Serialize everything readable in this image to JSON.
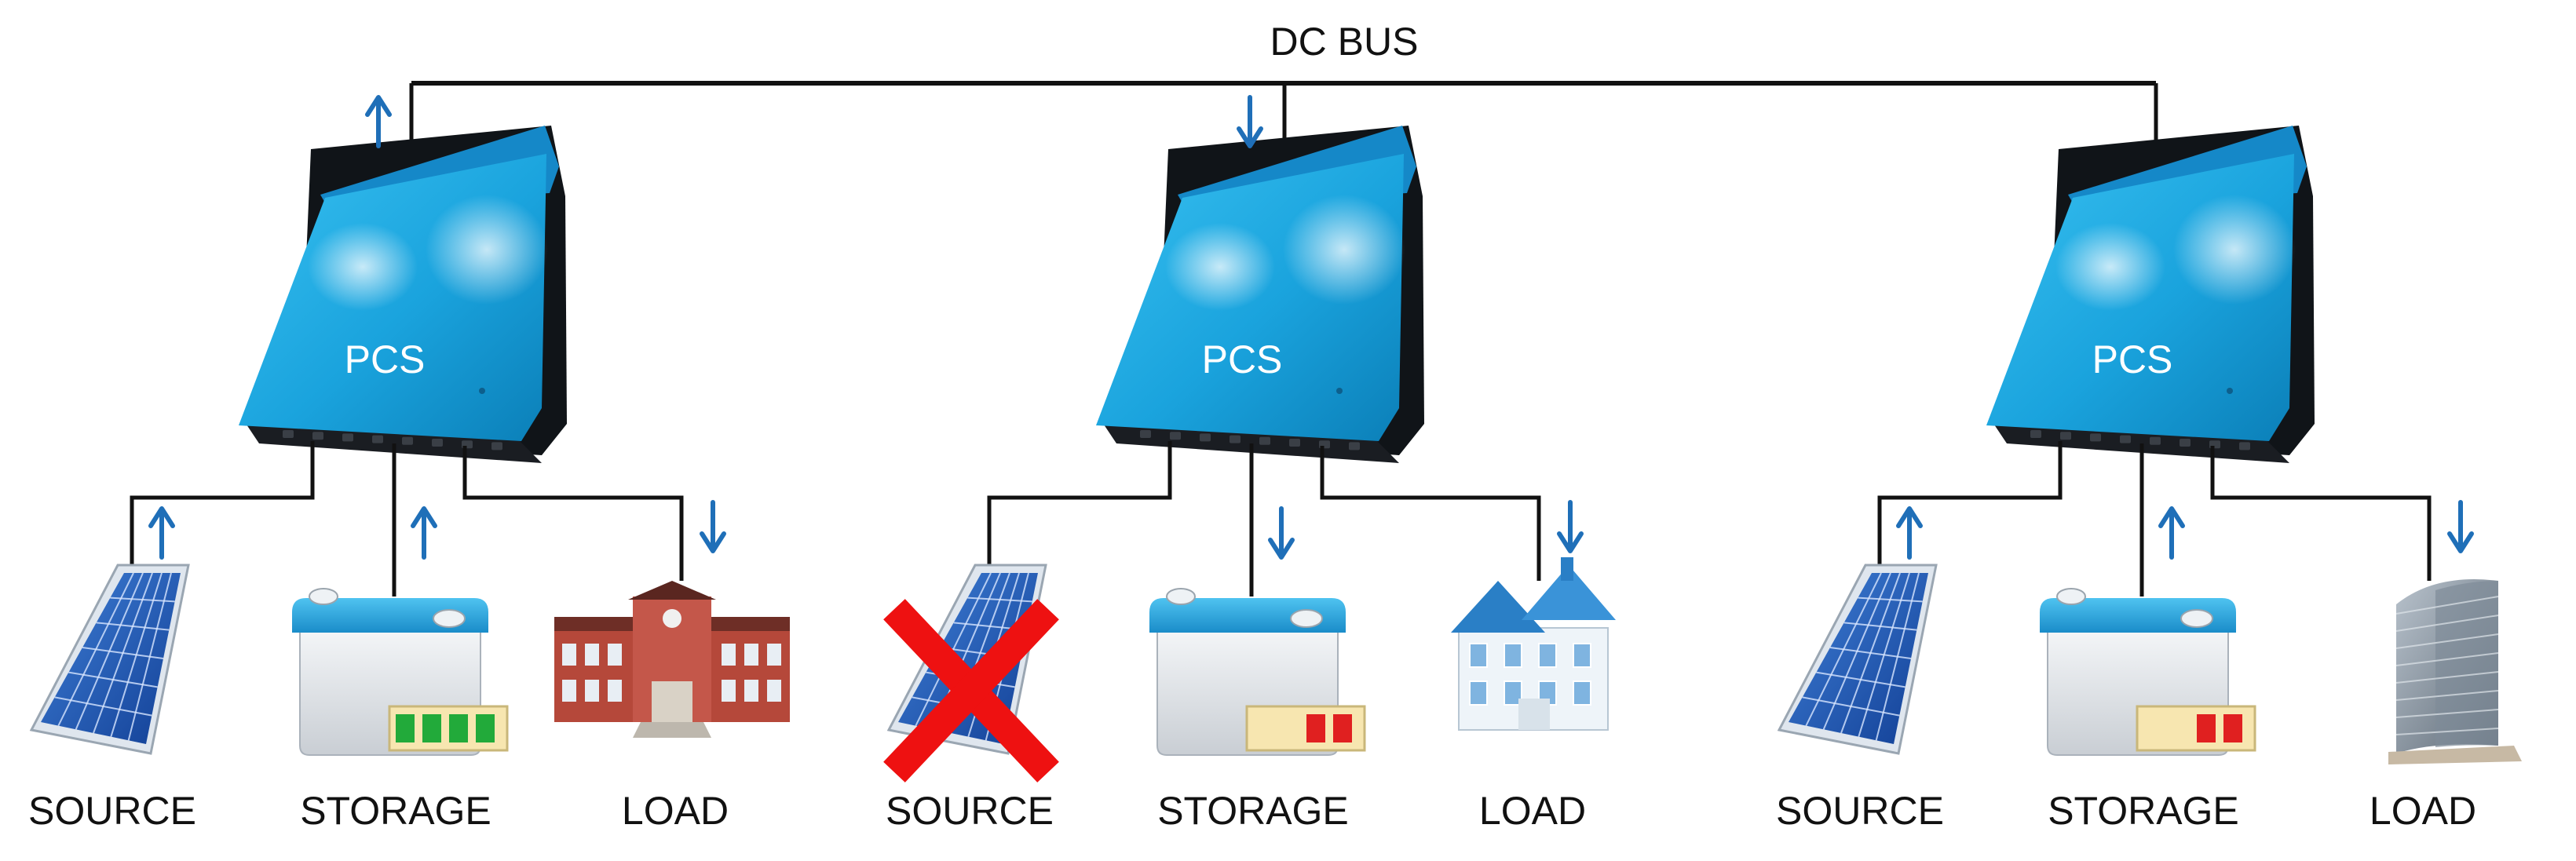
{
  "bus_label": "DC BUS",
  "units": [
    {
      "pcs_label": "PCS",
      "pcs_arrow": "up",
      "devices": [
        {
          "type": "solar-panel",
          "label": "SOURCE",
          "arrow": "up",
          "failed": false
        },
        {
          "type": "battery",
          "label": "STORAGE",
          "arrow": "up",
          "charge_bars": 4,
          "charge_color": "#22aa3a"
        },
        {
          "type": "school-building",
          "label": "LOAD",
          "arrow": "down"
        }
      ]
    },
    {
      "pcs_label": "PCS",
      "pcs_arrow": "down",
      "devices": [
        {
          "type": "solar-panel",
          "label": "SOURCE",
          "arrow": "none",
          "failed": true
        },
        {
          "type": "battery",
          "label": "STORAGE",
          "arrow": "down",
          "charge_bars": 2,
          "charge_color": "#e02020"
        },
        {
          "type": "house",
          "label": "LOAD",
          "arrow": "down"
        }
      ]
    },
    {
      "pcs_label": "PCS",
      "pcs_arrow": "none",
      "devices": [
        {
          "type": "solar-panel",
          "label": "SOURCE",
          "arrow": "up",
          "failed": false
        },
        {
          "type": "battery",
          "label": "STORAGE",
          "arrow": "up",
          "charge_bars": 2,
          "charge_color": "#e02020"
        },
        {
          "type": "office-building",
          "label": "LOAD",
          "arrow": "down"
        }
      ]
    }
  ],
  "colors": {
    "pcs_blue": "#1aa7e0",
    "arrow_blue": "#1f6fb8",
    "wire": "#111111",
    "fail_red": "#ee1111",
    "gauge_bg": "#f7e6b0"
  }
}
